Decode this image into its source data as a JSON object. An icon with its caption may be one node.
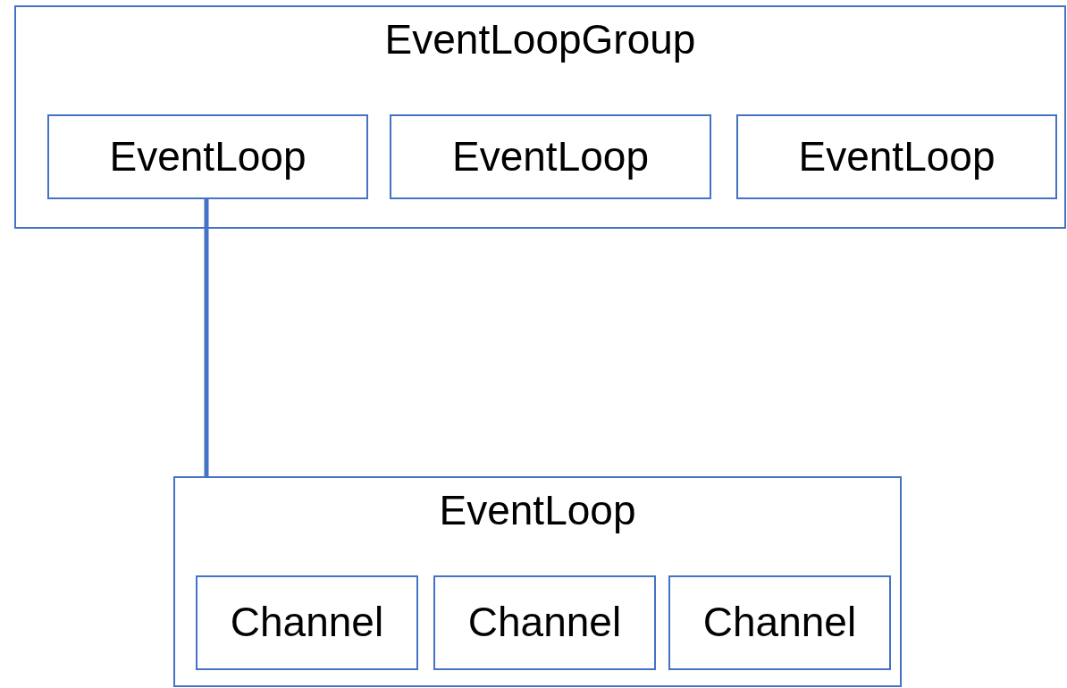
{
  "diagram": {
    "nodes": [
      {
        "text": [
          "EventLoopGroup"
        ]
      },
      {
        "text": [
          "EventLoop"
        ],
        "in": 0
      },
      {
        "text": [
          "EventLoop"
        ],
        "in": 0
      },
      {
        "text": [
          "EventLoop"
        ],
        "in": 0
      },
      {
        "text": [
          "EventLoop"
        ]
      },
      {
        "text": [
          "Channel"
        ],
        "in": 4
      },
      {
        "text": [
          "Channel"
        ],
        "in": 4
      },
      {
        "text": [
          "Channel"
        ],
        "in": 4
      }
    ],
    "edges": [
      {
        "from": 1,
        "to": 4,
        "arrow": "none"
      }
    ]
  }
}
